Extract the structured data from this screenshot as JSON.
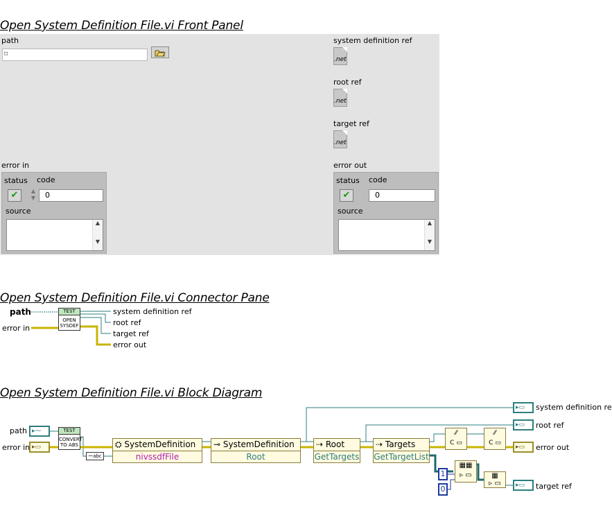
{
  "front_panel": {
    "heading": "Open System Definition File.vi Front Panel",
    "path_label": "path",
    "path_value": "",
    "sysdef_ref_label": "system definition ref",
    "root_ref_label": "root ref",
    "target_ref_label": "target ref",
    "net_label": ".net",
    "error_in": {
      "label": "error in",
      "status_label": "status",
      "code_label": "code",
      "code_value": "0",
      "source_label": "source"
    },
    "error_out": {
      "label": "error out",
      "status_label": "status",
      "code_label": "code",
      "code_value": "0",
      "source_label": "source"
    }
  },
  "connector_pane": {
    "heading": "Open System Definition File.vi Connector Pane",
    "inputs": [
      "path",
      "error in"
    ],
    "outputs": [
      "system definition ref",
      "root ref",
      "target ref",
      "error out"
    ],
    "icon_lines": [
      "TEST",
      "OPEN",
      "SYSDEF"
    ]
  },
  "block_diagram": {
    "heading": "Open System Definition File.vi Block Diagram",
    "inputs": [
      "path",
      "error in"
    ],
    "convert_icon": [
      "TEST",
      "CONVERT",
      "TO ABS"
    ],
    "nodes": [
      {
        "title": "SystemDefinition",
        "sub": "nivssdfFile"
      },
      {
        "title": "SystemDefinition",
        "sub": "Root"
      },
      {
        "title": "Root",
        "sub": "GetTargets"
      },
      {
        "title": "Targets",
        "sub": "GetTargetList"
      }
    ],
    "constants": [
      "1",
      "0"
    ],
    "outputs": [
      "system definition ref",
      "root ref",
      "error out",
      "target ref"
    ]
  }
}
